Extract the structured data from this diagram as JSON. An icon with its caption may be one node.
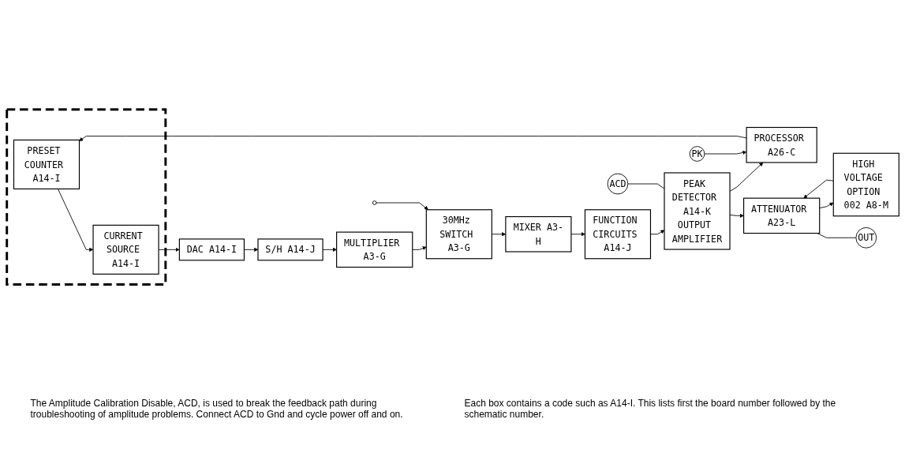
{
  "diagram": {
    "nodes": [
      {
        "text": [],
        "shape": "box"
      },
      {
        "text": [
          "PRESET COUNTER A14-I"
        ],
        "in": 0
      },
      {
        "text": [
          "CURRENT SOURCE A14-I"
        ],
        "in": 0
      },
      {
        "text": [
          "DAC A14-I"
        ]
      },
      {
        "text": [
          "S/H A14-J"
        ]
      },
      {
        "text": [
          "MULTIPLIER A3-G"
        ]
      },
      {
        "text": [
          "PROCESSOR A26-C"
        ]
      },
      {
        "text": [
          "FUNCTION CIRCUITS A14-J"
        ]
      },
      {
        "text": [
          "MIXER A3-H"
        ]
      },
      {
        "text": [
          "30MHz SWITCH A3-G"
        ]
      },
      {
        "text": [],
        "shape": "circle"
      },
      {
        "text": [
          "PK"
        ]
      },
      {
        "text": [
          "PEAK DETECTOR A14-K",
          "OUTPUT AMPLIFIER"
        ]
      },
      {
        "text": [
          "ATTENUATOR A23-L"
        ]
      },
      {
        "text": [
          "HIGH VOLTAGE OPTION 002 A8-M"
        ]
      },
      {
        "text": [
          "ACD"
        ]
      },
      {
        "text": [
          "OUT"
        ]
      }
    ],
    "edges": [
      {
        "from": 1,
        "to": 2,
        "arrow": "to"
      },
      {
        "from": 2,
        "to": 3,
        "arrow": "to"
      },
      {
        "from": 3,
        "to": 4,
        "arrow": "to"
      },
      {
        "from": 4,
        "to": 5,
        "arrow": "to"
      },
      {
        "from": 5,
        "to": 9,
        "arrow": "to"
      },
      {
        "from": 10,
        "to": 9,
        "arrow": "to"
      },
      {
        "from": 9,
        "to": 8,
        "arrow": "to"
      },
      {
        "from": 8,
        "to": 7,
        "arrow": "to"
      },
      {
        "from": 7,
        "to": 12,
        "arrow": "to"
      },
      {
        "from": 12,
        "to": 6,
        "arrow": "to"
      },
      {
        "from": 11,
        "to": 6,
        "arrow": "to"
      },
      {
        "from": 6,
        "to": 1,
        "arrow": "to"
      },
      {
        "from": 12,
        "to": 13,
        "arrow": "to"
      },
      {
        "from": 13,
        "to": 14,
        "arrow": "to"
      },
      {
        "from": 14,
        "to": 13,
        "arrow": "to"
      },
      {
        "from": 15,
        "to": 12,
        "arrow": "none"
      },
      {
        "from": 13,
        "to": 16,
        "arrow": "none"
      }
    ],
    "labels": [
      "The Amplitude Calibration Disable, ACD, is used to break the feedback path during troubleshooting of amplitude problems. Connect ACD to Gnd and cycle power off and on.",
      "Each box contains a code such as A14-I. This lists first the board number followed by the schematic number."
    ]
  }
}
